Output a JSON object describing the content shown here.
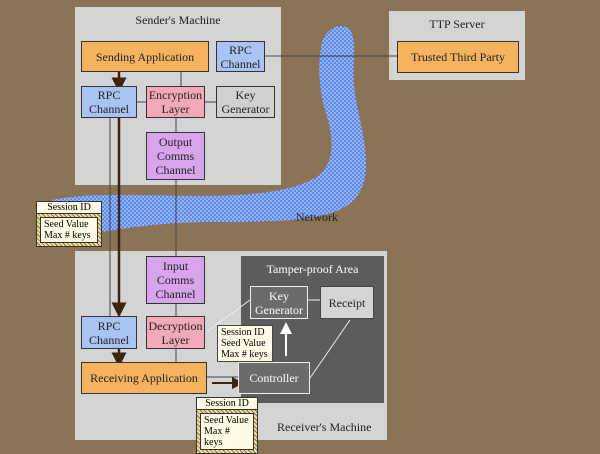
{
  "regions": {
    "sender": "Sender's Machine",
    "ttp": "TTP Server",
    "receiver": "Receiver's Machine",
    "tamper": "Tamper-proof Area",
    "network": "Network"
  },
  "sender_boxes": {
    "sending_app": "Sending Application",
    "rpc_right": [
      "RPC",
      "Channel"
    ],
    "rpc_left": [
      "RPC",
      "Channel"
    ],
    "encryption": [
      "Encryption",
      "Layer"
    ],
    "keygen": [
      "Key",
      "Generator"
    ],
    "output_comms": [
      "Output",
      "Comms",
      "Channel"
    ]
  },
  "ttp_boxes": {
    "trusted": "Trusted Third Party"
  },
  "receiver_boxes": {
    "input_comms": [
      "Input",
      "Comms",
      "Channel"
    ],
    "rpc": [
      "RPC",
      "Channel"
    ],
    "decryption": [
      "Decryption",
      "Layer"
    ],
    "receiving_app": "Receiving Application",
    "keygen": [
      "Key",
      "Generator"
    ],
    "receipt": "Receipt",
    "controller": "Controller"
  },
  "packet_left": {
    "head": "Session ID",
    "lines": [
      "Seed Value",
      "Max # keys"
    ]
  },
  "packet_bottom": {
    "head": "Session ID",
    "lines": [
      "Seed Value",
      "Max # keys"
    ]
  },
  "note_tamper": {
    "lines": [
      "Session ID",
      "Seed Value",
      "Max # keys"
    ]
  },
  "colors": {
    "background": "#8b7355",
    "machine": "#d4d4d4",
    "tamper": "#5c5c5c",
    "application": "#f5b35f",
    "rpc": "#a9c4f2",
    "crypto": "#f2aab9",
    "comms": "#d8a4ec",
    "network": "#8fb4ff"
  }
}
